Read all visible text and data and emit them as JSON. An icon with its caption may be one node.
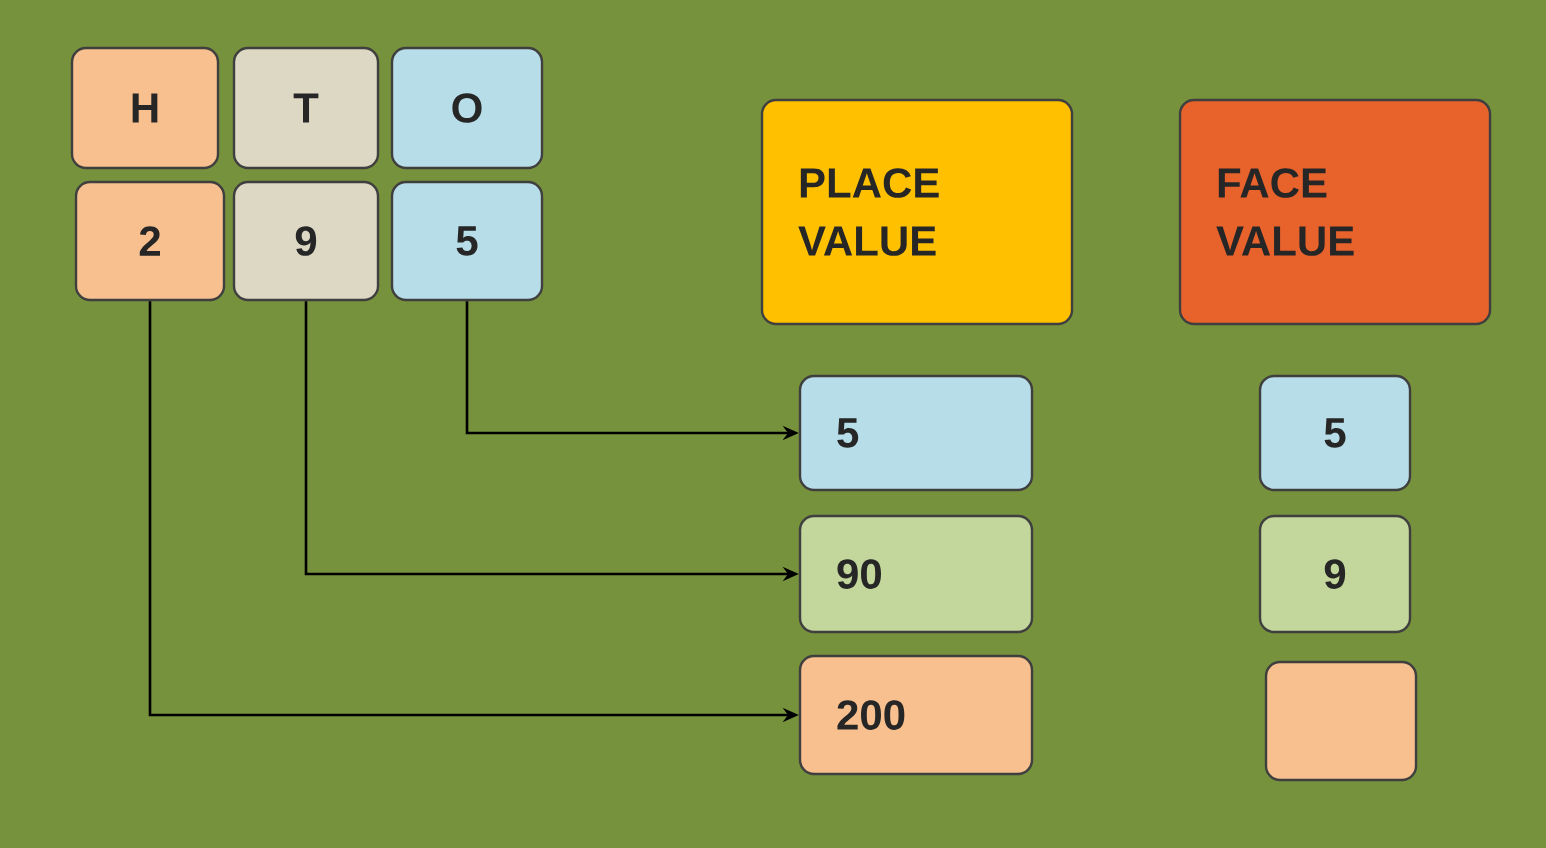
{
  "diagram": {
    "nodes": [
      {
        "text": [
          "H"
        ]
      },
      {
        "text": [
          "T"
        ]
      },
      {
        "text": [
          "O"
        ]
      },
      {
        "text": [
          "2"
        ]
      },
      {
        "text": [
          "9"
        ]
      },
      {
        "text": [
          "5"
        ]
      },
      {
        "text": [
          "PLACE VALUE"
        ]
      },
      {
        "text": [
          "FACE VALUE"
        ]
      },
      {
        "text": [
          "5"
        ]
      },
      {
        "text": [
          "90"
        ]
      },
      {
        "text": [
          "200"
        ]
      },
      {
        "text": [
          "5"
        ]
      },
      {
        "text": [
          "9"
        ]
      },
      {
        "text": [],
        "shape": "box"
      }
    ],
    "edges": [
      {
        "from": 5,
        "to": 8,
        "arrow": "to"
      },
      {
        "from": 4,
        "to": 9,
        "arrow": "to"
      },
      {
        "from": 3,
        "to": 10,
        "arrow": "to"
      }
    ]
  }
}
